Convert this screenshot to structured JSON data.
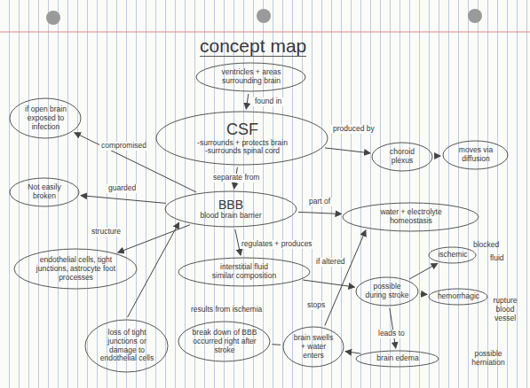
{
  "diagram": {
    "title": "concept map",
    "nodes": [
      {
        "text": [
          "ventricles + areas surrounding brain"
        ]
      },
      {
        "text": [
          "CSF",
          "-surrounds + protects brain",
          "-surrounds spinal cord"
        ]
      },
      {
        "text": [
          "choroid plexus"
        ]
      },
      {
        "text": [
          "moves via diffusion"
        ]
      },
      {
        "text": [
          "if open brain exposed to infection"
        ]
      },
      {
        "text": [
          "Not easily broken"
        ]
      },
      {
        "text": [
          "BBB",
          "blood brain barrier"
        ]
      },
      {
        "text": [
          "water + electrolyte homeostasis"
        ]
      },
      {
        "text": [
          "endothelial cells, tight junctions, astrocyte foot processes"
        ]
      },
      {
        "text": [
          "interstitial fluid",
          "similar composition"
        ]
      },
      {
        "text": [
          "possible during stroke"
        ]
      },
      {
        "text": [
          "ischemic"
        ]
      },
      {
        "text": [
          "hemorrhagic"
        ]
      },
      {
        "text": [
          "loss of tight junctions or damage to endothelial cells"
        ]
      },
      {
        "text": [
          "break down of BBB occurred right after stroke"
        ]
      },
      {
        "text": [
          "brain swells + water enters"
        ]
      },
      {
        "text": [
          "brain edema"
        ]
      }
    ],
    "edges": [
      {
        "from": 0,
        "to": 1,
        "label": "found in",
        "arrow": "to"
      },
      {
        "from": 1,
        "to": 2,
        "label": "produced by",
        "arrow": "to"
      },
      {
        "from": 2,
        "to": 3,
        "arrow": "to"
      },
      {
        "from": 1,
        "to": 6,
        "label": "separate from",
        "arrow": "to"
      },
      {
        "from": 6,
        "to": 4,
        "label": "compromised",
        "arrow": "to"
      },
      {
        "from": 6,
        "to": 5,
        "label": "guarded",
        "arrow": "to"
      },
      {
        "from": 6,
        "to": 7,
        "label": "part of",
        "arrow": "to"
      },
      {
        "from": 6,
        "to": 8,
        "label": "structure",
        "arrow": "to"
      },
      {
        "from": 6,
        "to": 9,
        "label": "regulates + produces",
        "arrow": "to"
      },
      {
        "from": 9,
        "to": 10,
        "label": "if altered",
        "arrow": "to"
      },
      {
        "from": 10,
        "to": 11,
        "arrow": "to"
      },
      {
        "from": 10,
        "to": 12,
        "arrow": "to"
      },
      {
        "from": 10,
        "to": 16,
        "label": "leads to",
        "arrow": "to"
      },
      {
        "from": 16,
        "to": 15,
        "arrow": "to"
      },
      {
        "from": 15,
        "to": 7,
        "label": "stops",
        "arrow": "to"
      },
      {
        "from": 13,
        "to": 6,
        "arrow": "to"
      },
      {
        "from": 14,
        "to": 15,
        "arrow": "none"
      }
    ],
    "labels": [
      "results from ischemia",
      "blocked",
      "fluid",
      "rupture blood vessel",
      "possible herniation"
    ]
  }
}
